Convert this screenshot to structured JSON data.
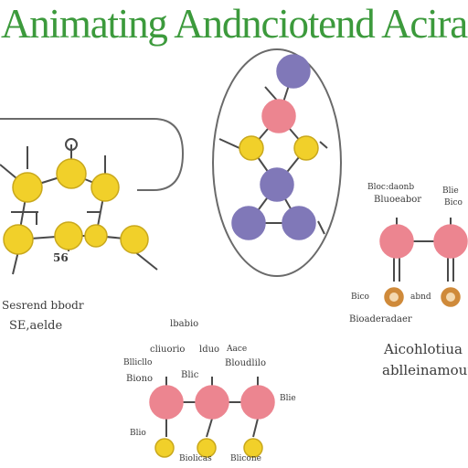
{
  "title": "Animating Andnciotend Acira",
  "colors": {
    "title_green": "#3c9a3c",
    "yellow_node": "#f1d02a",
    "yellow_stroke": "#c9a81c",
    "purple_node": "#8078b8",
    "pink_node": "#ec8590",
    "orange_ring": "#cf8a3a",
    "line": "#4a4a4a",
    "frame": "#6a6a6a"
  },
  "labels": {
    "left_count": "56",
    "left_caption_1": "Sesrend bbodr",
    "left_caption_2": "SE,aelde",
    "right_header_1": "Bloc:daonb",
    "right_header_2": "Bluoeabor",
    "right_header_3": "Blie",
    "right_header_4": "Bico",
    "right_side_1": "Bico",
    "right_side_2": "abnd",
    "right_caption": "Bioaderadaer",
    "right_text_1": "Aicohlotiua",
    "right_text_2": "ablleinamour",
    "bottom_header": "lbabio",
    "bottom_label_1": "cliuorio",
    "bottom_label_2": "lduo",
    "bottom_label_3": "Aace",
    "bottom_label_4": "Bllicllo",
    "bottom_label_5": "Biono",
    "bottom_label_6": "Bloudlilo",
    "bottom_label_7": "Blic",
    "bottom_foot_1": "Blio",
    "bottom_foot_2": "Biolicas",
    "bottom_foot_3": "Blicone"
  }
}
